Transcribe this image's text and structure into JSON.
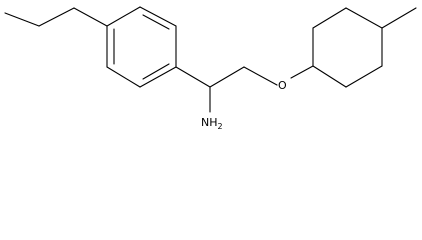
{
  "molecule": {
    "atoms": {
      "oxygen": "O",
      "amine_main": "NH",
      "amine_sub": "2"
    }
  }
}
